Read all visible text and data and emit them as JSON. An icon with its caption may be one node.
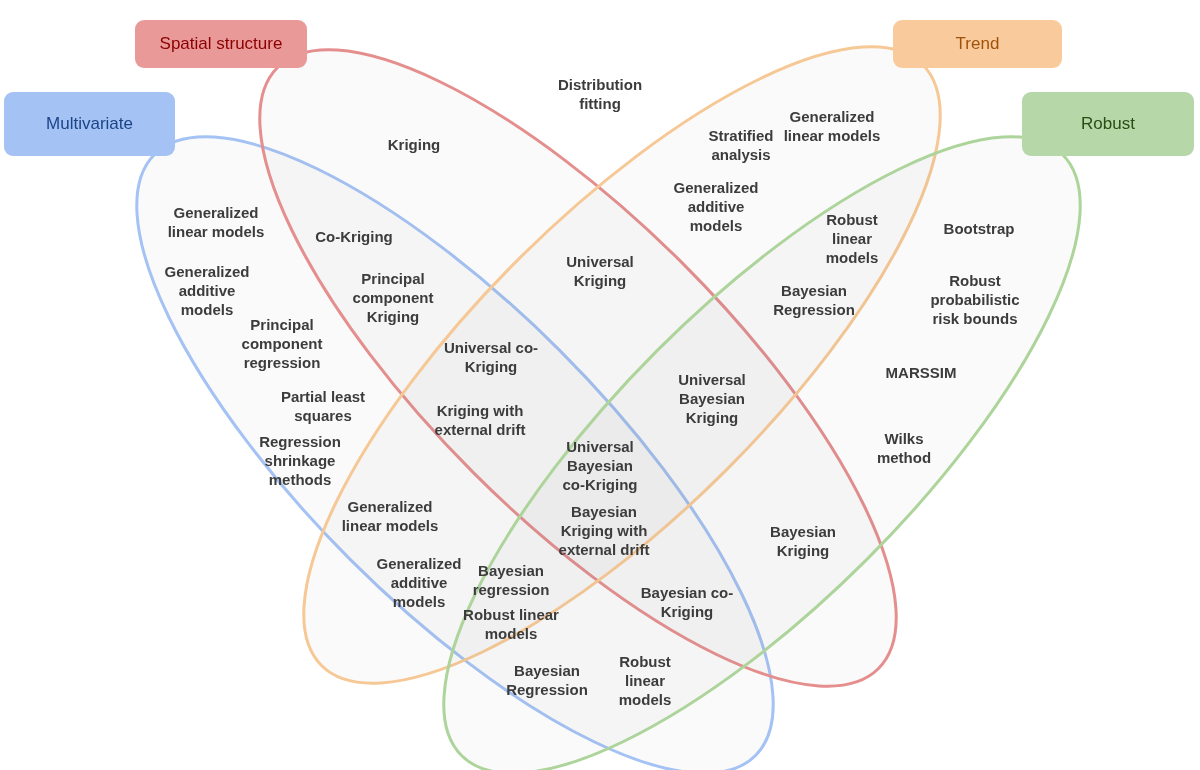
{
  "diagram": {
    "nodes": [
      {
        "text": [
          "Spatial structure"
        ]
      },
      {
        "text": [
          "Trend"
        ]
      },
      {
        "text": [
          "Multivariate"
        ]
      },
      {
        "text": [
          "Robust"
        ]
      }
    ],
    "labels": [
      "Distribution fitting",
      "Generalized linear models",
      "Kriging",
      "Stratified analysis",
      "Generalized additive models",
      "Generalized linear models",
      "Co-Kriging",
      "Bootstrap",
      "Robust linear models",
      "Universal Kriging",
      "Generalized additive models",
      "Principal component Kriging",
      "Robust probabilistic risk bounds",
      "Bayesian Regression",
      "Principal component regression",
      "Universal co-Kriging",
      "MARSSIM",
      "Universal Bayesian Kriging",
      "Partial least squares",
      "Kriging with external drift",
      "Regression shrinkage methods",
      "Universal Bayesian co-Kriging",
      "Wilks method",
      "Generalized linear models",
      "Bayesian Kriging with external drift",
      "Bayesian Kriging",
      "Generalized additive models",
      "Bayesian regression",
      "Bayesian co-Kriging",
      "Robust linear models",
      "Bayesian Regression",
      "Robust linear models"
    ]
  }
}
